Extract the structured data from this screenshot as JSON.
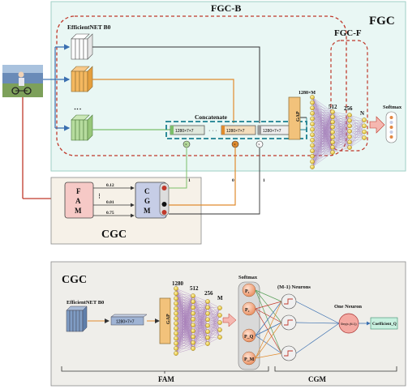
{
  "top": {
    "fgc_label": "FGC",
    "fgcb_label": "FGC-B",
    "fgcf_label": "FGC-F",
    "backbone_label": "EfficientNET B0",
    "concat_label": "Concatenate",
    "feat1": "1280×7×7",
    "feat2": "1280×7×7",
    "feat3": "1280×7×7",
    "dots": "· · ·",
    "gap_label": "GAP",
    "dim_1280m": "1280×M",
    "dim_512": "512",
    "dim_256": "256",
    "dim_n": "N",
    "softmax_label": "Softmax"
  },
  "cgc_top": {
    "label": "CGC",
    "fam_label": "F\nA\nM",
    "cgm_label": "C\nG\nM",
    "w1": "0.12",
    "w2": "0.01",
    "w3": "0.75",
    "route_1a": "1",
    "route_0": "0",
    "route_1b": "1"
  },
  "cgc_detail": {
    "label": "CGC",
    "backbone_label": "EfficientNET B0",
    "feat": "1280×7×7",
    "gap_label": "GAP",
    "dim_1280": "1280",
    "dim_512": "512",
    "dim_256": "256",
    "dim_m": "M",
    "softmax_label": "Softmax",
    "p1": "P₁",
    "p2": "P₂",
    "pq": "P_Q",
    "pm": "P_M",
    "neurons_label": "(M-1) Neurons",
    "one_neuron_label": "One Neuron",
    "step_label": "Step(x-(M-1))",
    "coeff_label": "Coefficient_Q",
    "fam_label": "FAM",
    "cgm_label": "CGM"
  },
  "colors": {
    "fgc_bg": "#e9f7f4",
    "cgc_bg": "#f6f1e8",
    "detail_bg": "#efeeea",
    "red_dash": "#c0392b",
    "teal_dash": "#1b7f8f",
    "fam_fill": "#f6c9c6",
    "cgm_fill": "#c6cde6",
    "gap_fill": "#f2c27b",
    "orange": "#e08b2e",
    "green": "#7cbf6a",
    "purple": "#7b4f8f"
  }
}
